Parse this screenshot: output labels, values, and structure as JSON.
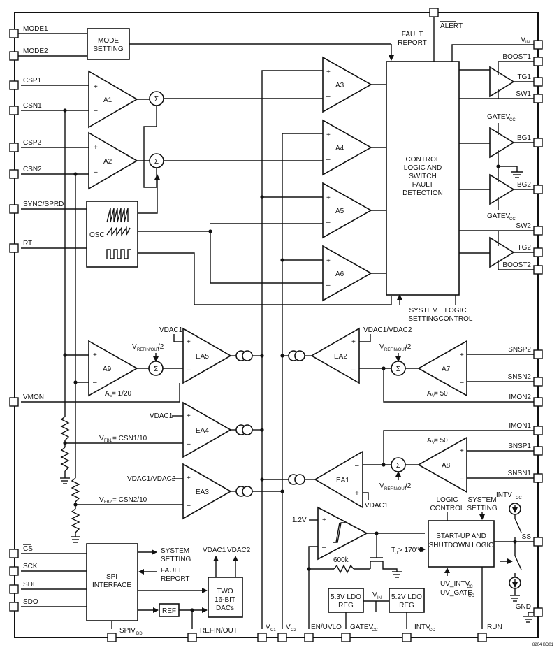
{
  "pins_left": {
    "mode1": "MODE1",
    "mode2": "MODE2",
    "csp1": "CSP1",
    "csn1": "CSN1",
    "csp2": "CSP2",
    "csn2": "CSN2",
    "sync": "SYNC/SPRD",
    "rt": "RT",
    "vmon": "VMON",
    "cs": "CS",
    "sck": "SCK",
    "sdi": "SDI",
    "sdo": "SDO"
  },
  "pins_right": {
    "vin": "V",
    "vin_sub": "IN",
    "boost1": "BOOST1",
    "tg1": "TG1",
    "sw1": "SW1",
    "bg1": "BG1",
    "bg2": "BG2",
    "sw2": "SW2",
    "tg2": "TG2",
    "boost2": "BOOST2",
    "snsp2": "SNSP2",
    "snsn2": "SNSN2",
    "imon2": "IMON2",
    "imon1": "IMON1",
    "snsp1": "SNSP1",
    "snsn1": "SNSN1",
    "ss": "SS",
    "gnd": "GND"
  },
  "pins_bottom": {
    "spivdd": "SPIV",
    "spivdd_sub": "DD",
    "refin": "REFIN/OUT",
    "vc1": "V",
    "vc1_sub": "C1",
    "vc2": "V",
    "vc2_sub": "C2",
    "en": "EN/UVLO",
    "gatevcc": "GATEV",
    "gatevcc_sub": "CC",
    "intvcc": "INTV",
    "intvcc_sub": "CC",
    "run": "RUN"
  },
  "pins_top": {
    "alert": "ALERT"
  },
  "blocks": {
    "mode_l1": "MODE",
    "mode_l2": "SETTING",
    "osc": "OSC",
    "ctrl_l1": "CONTROL",
    "ctrl_l2": "LOGIC AND",
    "ctrl_l3": "SWITCH",
    "ctrl_l4": "FAULT",
    "ctrl_l5": "DETECTION",
    "spi_l1": "SPI",
    "spi_l2": "INTERFACE",
    "ref": "REF",
    "dac_l1": "TWO",
    "dac_l2": "16-BIT",
    "dac_l3": "DACs",
    "ldo53_l1": "5.3V LDO",
    "ldo53_l2": "REG",
    "ldo52_l1": "5.2V LDO",
    "ldo52_l2": "REG",
    "start_l1": "START-UP AND",
    "start_l2": "SHUTDOWN LOGIC"
  },
  "amps": {
    "a1": "A1",
    "a2": "A2",
    "a3": "A3",
    "a4": "A4",
    "a5": "A5",
    "a6": "A6",
    "a7": "A7",
    "a8": "A8",
    "a9": "A9",
    "ea1": "EA1",
    "ea2": "EA2",
    "ea3": "EA3",
    "ea4": "EA4",
    "ea5": "EA5"
  },
  "labels": {
    "fault_report": "FAULT",
    "fault_report2": "REPORT",
    "system_setting": "SYSTEM",
    "system_setting2": "SETTING",
    "logic_control": "LOGIC",
    "logic_control2": "CONTROL",
    "gatevcc": "GATEV",
    "gatevcc_sub": "CC",
    "vdac1": "VDAC1",
    "vdac1_vdac2": "VDAC1/VDAC2",
    "vdac2": "VDAC2",
    "vrefin": "V",
    "vrefin_sub": "REFIN/OUT",
    "vrefin_tail": "/2",
    "av_a9": "A",
    "av_a9_sub": "V",
    "av_a9_val": " = 1/20",
    "av_a7": "A",
    "av_a7_sub": "V",
    "av_a7_val": " = 50",
    "av_a8": "A",
    "av_a8_sub": "V",
    "av_a8_val": " = 50",
    "vfb1": "V",
    "vfb1_sub": "FB1",
    "vfb1_val": " = CSN1/10",
    "vfb2": "V",
    "vfb2_sub": "FB2",
    "vfb2_val": " = CSN2/10",
    "v12": "1.2V",
    "r600k": "600k",
    "tj": "T",
    "tj_sub": "J",
    "tj_val": " > 170°C",
    "vin_ldo": "V",
    "vin_ldo_sub": "IN",
    "uv_intvcc": "UV_INTV",
    "uv_intvcc_sub": "CC",
    "uv_gatevcc": "UV_GATE",
    "uv_gatevcc_sub": "CC",
    "intvcc": "INTV",
    "intvcc_sub": "CC",
    "spi_sys1": "SYSTEM",
    "spi_sys2": "SETTING",
    "spi_fault1": "FAULT",
    "spi_fault2": "REPORT",
    "dac_vdac1": "VDAC1",
    "dac_vdac2": "VDAC2",
    "plus": "+",
    "minus": "–",
    "sigma": "Σ",
    "code": "8204 BD01"
  }
}
